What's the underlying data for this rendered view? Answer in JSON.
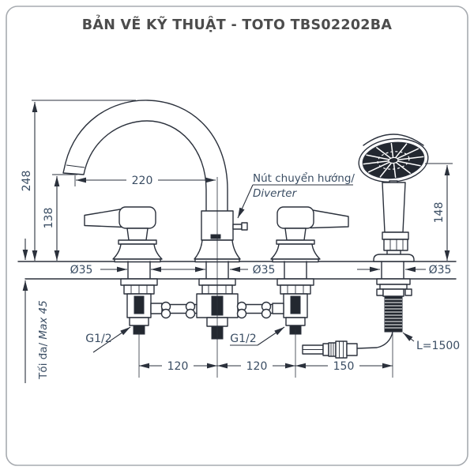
{
  "title": "BẢN VẼ KỸ THUẬT - TOTO TBS02202BA",
  "dims": {
    "spout_height": "248",
    "lever_height": "138",
    "spout_reach": "220",
    "shower_height": "148",
    "dia_left": "Ø35",
    "dia_center": "Ø35",
    "dia_shower": "Ø35",
    "thread_left": "G1/2",
    "thread_center": "G1/2",
    "span_left": "120",
    "span_right": "120",
    "span_shower": "150",
    "hose_length": "L=1500",
    "max_counter_label": "Tối đa/",
    "max_counter_value": " Max 45"
  },
  "callout": {
    "diverter_vi": "Nút chuyển hướng/",
    "diverter_en": "Diverter"
  },
  "colors": {
    "line": "#2b313c",
    "dim_text": "#3a4d63",
    "title_text": "#4c4c4c",
    "border": "#a7abb0",
    "dark_fill": "#232830"
  }
}
